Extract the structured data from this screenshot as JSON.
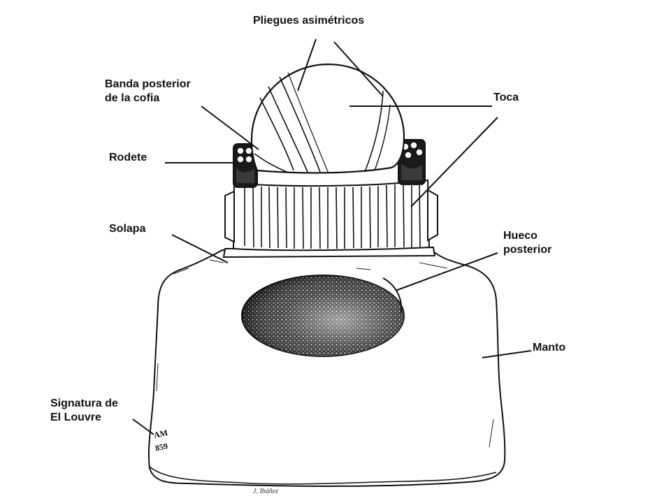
{
  "diagram": {
    "labels": {
      "pliegues": "Pliegues asimétricos",
      "banda_line1": "Banda posterior",
      "banda_line2": "de la cofia",
      "rodete": "Rodete",
      "toca": "Toca",
      "solapa": "Solapa",
      "hueco_line1": "Hueco",
      "hueco_line2": "posterior",
      "manto": "Manto",
      "signatura_line1": "Signatura de",
      "signatura_line2": "El Louvre"
    },
    "object_marks": {
      "code_line1": "AM",
      "code_line2": "859",
      "artist_signature": "J. Ibáñez"
    }
  }
}
